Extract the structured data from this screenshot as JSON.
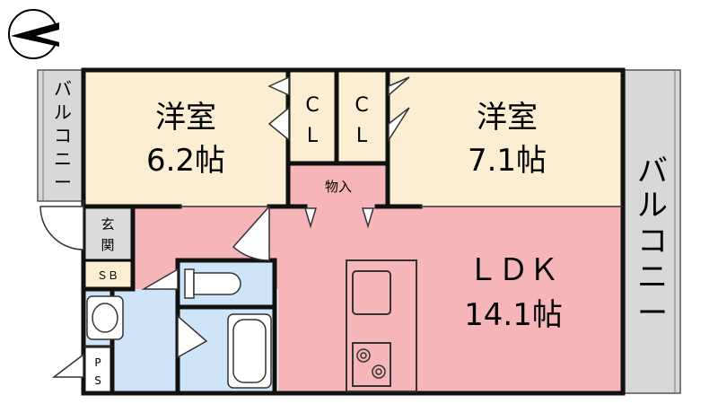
{
  "rooms": {
    "western_left": {
      "name": "洋室",
      "size": "6.2帖"
    },
    "western_right": {
      "name": "洋室",
      "size": "7.1帖"
    },
    "closet_left": {
      "line1": "C",
      "line2": "L"
    },
    "closet_right": {
      "line1": "C",
      "line2": "L"
    },
    "storage": "物入",
    "ldk": {
      "name": "ＬＤＫ",
      "size": "14.1帖"
    },
    "entrance": {
      "line1": "玄",
      "line2": "関"
    },
    "shoe_box": "ＳＢ",
    "pipe_space": {
      "line1": "P",
      "line2": "S"
    }
  },
  "balcony_left": [
    "バ",
    "ル",
    "コ",
    "ニ",
    "ー"
  ],
  "balcony_right": [
    "バ",
    "ル",
    "コ",
    "ニ",
    "ー"
  ],
  "colors": {
    "western": "#fbeed2",
    "ldk": "#f6b5b8",
    "wet": "#cfe4f8",
    "balcony": "#d8d8d8",
    "entry": "#dcdcdc",
    "wall": "#111111"
  }
}
